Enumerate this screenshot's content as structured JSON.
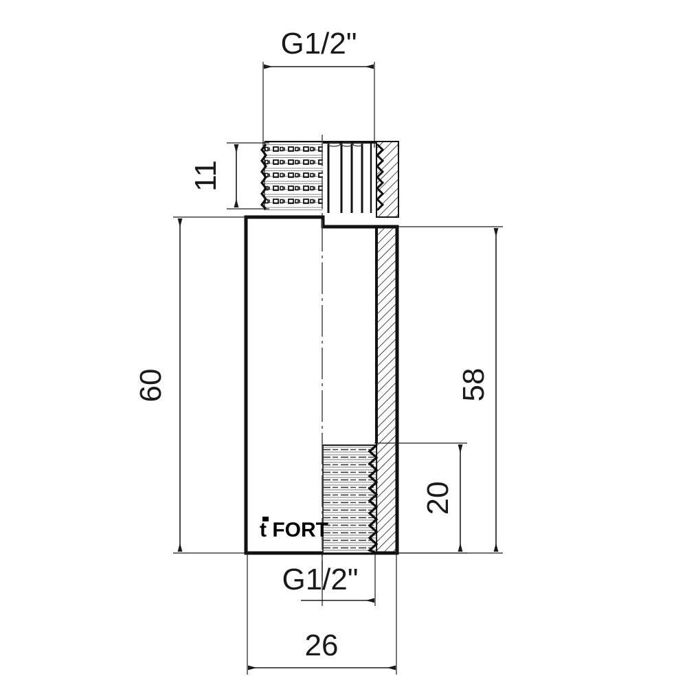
{
  "drawing": {
    "title": "Brass pipe extension nipple - technical dimension drawing",
    "units": "mm",
    "line_color": "#1a1a1a",
    "hatch_color": "#1a1a1a",
    "background": "#ffffff",
    "brand_logo": "t FORT"
  },
  "dimensions": {
    "top_thread_size": "G1/2\"",
    "top_thread_length": "11",
    "overall_length": "60",
    "inner_length": "58",
    "female_thread_depth": "20",
    "bottom_thread_size": "G1/2\"",
    "body_diameter": "26"
  },
  "labels": {
    "top_size": "G1/2\"",
    "thread_len": "11",
    "total_len": "60",
    "body_len": "58",
    "socket_depth": "20",
    "bottom_size": "G1/2\"",
    "diameter": "26",
    "logo": "t FORT"
  }
}
